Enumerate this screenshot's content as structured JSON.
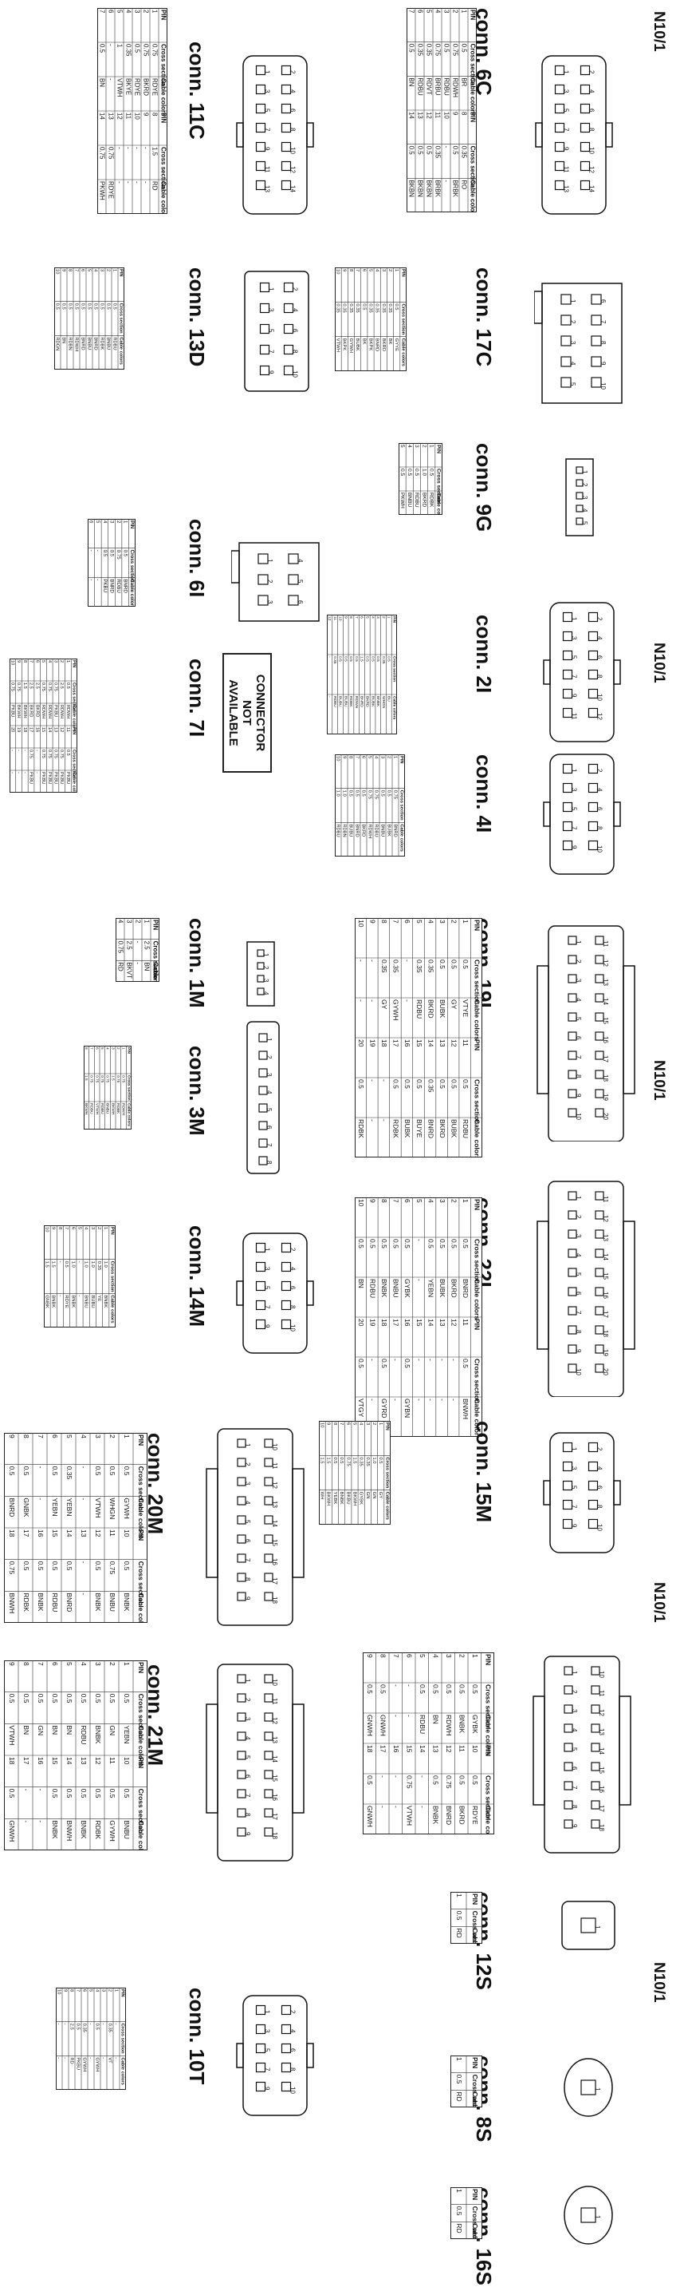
{
  "headers": [
    "N10/1",
    "N10/1",
    "N10/1",
    "N10/1",
    "N10/1"
  ],
  "note": {
    "line1": "CONNECTOR",
    "line2": "NOT",
    "line3": "AVAILABLE"
  },
  "connectors": [
    {
      "id": "6C",
      "title": "conn. 6C",
      "cols": [
        "PIN",
        "Cross section",
        "Cable colors",
        "PIN",
        "Cross section",
        "Cable colors"
      ],
      "rows": [
        [
          "1",
          "0.5",
          "BR",
          "8",
          "0.35",
          "RO"
        ],
        [
          "2",
          "0.75",
          "RDWH",
          "9",
          "0.5",
          "BRBK"
        ],
        [
          "3",
          "0.5",
          "RDBU",
          "10",
          "-",
          "-"
        ],
        [
          "4",
          "0.75",
          "BRBU",
          "11",
          "0.35",
          "BRBK"
        ],
        [
          "5",
          "0.35",
          "RDVT",
          "12",
          "0.5",
          "BKBN"
        ],
        [
          "6",
          "0.35",
          "RDBU",
          "13",
          "0.5",
          "BKBN"
        ],
        [
          "7",
          "0.5",
          "BN",
          "14",
          "0.5",
          "BKBN"
        ]
      ]
    },
    {
      "id": "11C",
      "title": "conn. 11C",
      "cols": [
        "PIN",
        "Cross section",
        "Cable colors",
        "PIN",
        "Cross section",
        "Cable colors"
      ],
      "rows": [
        [
          "1",
          "0.75",
          "RDYE",
          "8",
          "1.5",
          "RD"
        ],
        [
          "2",
          "0.75",
          "BKRD",
          "9",
          "-",
          "-"
        ],
        [
          "3",
          "0.5",
          "RDYE",
          "10",
          "-",
          "-"
        ],
        [
          "4",
          "0.35",
          "BKYE",
          "11",
          "-",
          "-"
        ],
        [
          "5",
          "1",
          "VTWH",
          "12",
          "-",
          "-"
        ],
        [
          "6",
          "-",
          "-",
          "13",
          "0.75",
          "RDYE"
        ],
        [
          "7",
          "0.5",
          "BN",
          "14",
          "0.75",
          "PKWH"
        ]
      ]
    },
    {
      "id": "17C",
      "title": "conn. 17C",
      "cols": [
        "PIN",
        "Cross section",
        "Cable colors"
      ],
      "rows": [
        [
          "1",
          "0.5",
          "GYYE"
        ],
        [
          "2",
          "0.35",
          "BK"
        ],
        [
          "3",
          "0.35",
          "BKRD"
        ],
        [
          "4",
          "0.35",
          "BNRD"
        ],
        [
          "5",
          "0.35",
          "BKPK"
        ],
        [
          "6",
          "0.5",
          "BK"
        ],
        [
          "7",
          "0.35",
          "BUBK"
        ],
        [
          "8",
          "0.35",
          "GYWH"
        ],
        [
          "9",
          "0.35",
          "BKPK"
        ],
        [
          "10",
          "0.35",
          "VTWH"
        ]
      ]
    },
    {
      "id": "13D",
      "title": "conn. 13D",
      "cols": [
        "PIN",
        "Cross section",
        "Cable colors"
      ],
      "rows": [
        [
          "1",
          "0.5",
          "RDBU"
        ],
        [
          "2",
          "0.5",
          "BNBU"
        ],
        [
          "3",
          "0.5",
          "RDBK"
        ],
        [
          "4",
          "0.5",
          "BNRD"
        ],
        [
          "5",
          "0.5",
          "BNBU"
        ],
        [
          "6",
          "0.5",
          "BNRD"
        ],
        [
          "7",
          "0.5",
          "RDWH"
        ],
        [
          "8",
          "0.5",
          "RDBN"
        ],
        [
          "9",
          "0.5",
          "BN"
        ],
        [
          "10",
          "0.5",
          "RDGN"
        ]
      ]
    },
    {
      "id": "9G",
      "title": "conn. 9G",
      "cols": [
        "PIN",
        "Cross section",
        "Cable colors"
      ],
      "rows": [
        [
          "1",
          "0.5",
          "RDBK"
        ],
        [
          "2",
          "1.0",
          "BKRD"
        ],
        [
          "3",
          "0.5",
          "RDBU"
        ],
        [
          "4",
          "0.5",
          "BNBU"
        ],
        [
          "5",
          "0.5",
          "PKWH"
        ]
      ]
    },
    {
      "id": "6I",
      "title": "conn. 6I",
      "cols": [
        "PIN",
        "Cross section",
        "Cable colors"
      ],
      "rows": [
        [
          "1",
          "0.5",
          "BNRD"
        ],
        [
          "2",
          "0.75",
          "RDBU"
        ],
        [
          "3",
          "0.5",
          "BNRD"
        ],
        [
          "4",
          "0.5",
          "PKBU"
        ],
        [
          "5",
          "-",
          "-"
        ],
        [
          "6",
          "-",
          "-"
        ]
      ]
    },
    {
      "id": "2I",
      "title": "conn. 2I",
      "cols": [
        "PIN",
        "Cross section",
        "Cable colors"
      ],
      "rows": [
        [
          "1",
          "0.5",
          "BU"
        ],
        [
          "2",
          "0.35",
          "WHGN"
        ],
        [
          "3",
          "0.5",
          "BNBK"
        ],
        [
          "4",
          "0.5",
          "BUBK"
        ],
        [
          "5",
          "0.5",
          "BKRD"
        ],
        [
          "6",
          "1.5",
          "BNRD"
        ],
        [
          "7",
          "0.5",
          "RDWH"
        ],
        [
          "8",
          "0.5",
          "RDBK"
        ],
        [
          "9",
          "0.5",
          "BUBU"
        ],
        [
          "10",
          "0.5",
          "BUBU"
        ],
        [
          "11",
          "0.35",
          "RDBU"
        ],
        [
          "12",
          "-",
          "-"
        ]
      ]
    },
    {
      "id": "7I",
      "title": "conn. 7I",
      "cols": [
        "PIN",
        "Cross section",
        "Cable colors",
        "PIN",
        "Cross section",
        "Cable colors"
      ],
      "rows": [
        [
          "1",
          "0.5",
          "RDWH",
          "11",
          "0.5",
          "PKBU"
        ],
        [
          "2",
          "2.5",
          "RDWH",
          "12",
          "0.75",
          "PKBU"
        ],
        [
          "3",
          "0.75",
          "PKBU",
          "13",
          "0.75",
          "PKBU"
        ],
        [
          "4",
          "0.75",
          "RDWH",
          "14",
          "0.75",
          "PKBU"
        ],
        [
          "5",
          "0.75",
          "RDWH",
          "15",
          "0.75",
          "PKBU"
        ],
        [
          "6",
          "2.5",
          "BKRD",
          "16",
          "-",
          "-"
        ],
        [
          "7",
          "2.5",
          "BKRD",
          "17",
          "0.75",
          "PKBU"
        ],
        [
          "8",
          "1.5",
          "BKWH",
          "18",
          "-",
          "-"
        ],
        [
          "9",
          "0.75",
          "BKWH",
          "19",
          "-",
          "-"
        ],
        [
          "10",
          "0.75",
          "PKBU",
          "20",
          "-",
          "-"
        ]
      ]
    },
    {
      "id": "4I",
      "title": "conn. 4I",
      "cols": [
        "PIN",
        "Cross section",
        "Cable colors"
      ],
      "rows": [
        [
          "1",
          "0.75",
          "BNRD"
        ],
        [
          "2",
          "0.5",
          "BUBK"
        ],
        [
          "3",
          "0.5",
          "BNBU"
        ],
        [
          "4",
          "0.75",
          "RDBU"
        ],
        [
          "5",
          "0.75",
          "RDWH"
        ],
        [
          "6",
          "0.5",
          "BKRD"
        ],
        [
          "7",
          "0.5",
          "BNRD"
        ],
        [
          "8",
          "0.5",
          "BUBU"
        ],
        [
          "9",
          "1.0",
          "RDBN"
        ],
        [
          "10",
          "1.0",
          "RDBU"
        ]
      ]
    },
    {
      "id": "1M",
      "title": "conn. 1M",
      "cols": [
        "PIN",
        "Cross section",
        "Cable colors"
      ],
      "rows": [
        [
          "1",
          "2.5",
          "BN"
        ],
        [
          "2",
          "-",
          "-"
        ],
        [
          "3",
          "2.5",
          "BKVT"
        ],
        [
          "4",
          "0.75",
          "RD"
        ]
      ]
    },
    {
      "id": "19I",
      "title": "conn. 19I",
      "cols": [
        "PIN",
        "Cross section",
        "Cable colors",
        "PIN",
        "Cross section",
        "Cable colors"
      ],
      "rows": [
        [
          "1",
          "0.5",
          "VTYE",
          "11",
          "0.5",
          "RDBU"
        ],
        [
          "2",
          "0.5",
          "GY",
          "12",
          "0.5",
          "BUBK"
        ],
        [
          "3",
          "0.5",
          "BUBK",
          "13",
          "0.5",
          "BKRD"
        ],
        [
          "4",
          "0.35",
          "BKRD",
          "14",
          "0.35",
          "BNRD"
        ],
        [
          "5",
          "0.35",
          "RDBU",
          "15",
          "0.5",
          "BUYE"
        ],
        [
          "6",
          "-",
          "-",
          "16",
          "0.5",
          "BUBK"
        ],
        [
          "7",
          "0.35",
          "GYWH",
          "17",
          "0.5",
          "RDBK"
        ],
        [
          "8",
          "0.35",
          "GY",
          "18",
          "-",
          "-"
        ],
        [
          "9",
          "-",
          "-",
          "19",
          "-",
          "-"
        ],
        [
          "10",
          "-",
          "-",
          "20",
          "0.5",
          "RDBK"
        ]
      ]
    },
    {
      "id": "3M",
      "title": "conn. 3M",
      "cols": [
        "PIN",
        "Cross section",
        "Cable colors"
      ],
      "rows": [
        [
          "1",
          "0.75",
          "RDWH"
        ],
        [
          "2",
          "0.75",
          "RDBK"
        ],
        [
          "3",
          "1.5",
          "BKWH"
        ],
        [
          "4",
          "0.75",
          "BNBU"
        ],
        [
          "5",
          "0.75",
          "RDBU"
        ],
        [
          "6",
          "0.75",
          "VTWH"
        ],
        [
          "7",
          "0.75",
          "RDBU"
        ],
        [
          "8",
          "1.5",
          "BKWH"
        ]
      ]
    },
    {
      "id": "22I",
      "title": "conn. 22I",
      "cols": [
        "PIN",
        "Cross section",
        "Cable colors",
        "PIN",
        "Cross section",
        "Cable colors"
      ],
      "rows": [
        [
          "1",
          "0.5",
          "BNRD",
          "11",
          "0.5",
          "BNWH"
        ],
        [
          "2",
          "0.5",
          "BKRD",
          "12",
          "-",
          "-"
        ],
        [
          "3",
          "0.5",
          "BUBK",
          "13",
          "-",
          "-"
        ],
        [
          "4",
          "0.5",
          "YEBN",
          "14",
          "-",
          "-"
        ],
        [
          "5",
          "-",
          "-",
          "15",
          "-",
          "-"
        ],
        [
          "6",
          "0.5",
          "GYBK",
          "16",
          "0.5",
          "GYBN"
        ],
        [
          "7",
          "0.5",
          "BNBU",
          "17",
          "-",
          "-"
        ],
        [
          "8",
          "0.5",
          "BNBK",
          "18",
          "0.5",
          "GYRD"
        ],
        [
          "9",
          "0.5",
          "RDBU",
          "19",
          "-",
          "-"
        ],
        [
          "10",
          "0.5",
          "BN",
          "20",
          "0.5",
          "VTGY"
        ]
      ]
    },
    {
      "id": "14M",
      "title": "conn. 14M",
      "cols": [
        "PIN",
        "Cross section",
        "Cable colors"
      ],
      "rows": [
        [
          "1",
          "1.0",
          "BNBK"
        ],
        [
          "2",
          "0.35",
          "YE"
        ],
        [
          "3",
          "1.0",
          "BUBU"
        ],
        [
          "4",
          "1.0",
          "BNBU"
        ],
        [
          "5",
          "-",
          "-"
        ],
        [
          "6",
          "1.0",
          "BNBK"
        ],
        [
          "7",
          "0.5",
          "RDYE"
        ],
        [
          "8",
          "-",
          "-"
        ],
        [
          "9",
          "1.5",
          "BNBK"
        ],
        [
          "10",
          "1.5",
          "GNBK"
        ]
      ]
    },
    {
      "id": "20M",
      "title": "conn. 20M",
      "cols": [
        "PIN",
        "Cross section",
        "Cable colors",
        "PIN",
        "Cross section",
        "Cable colors"
      ],
      "rows": [
        [
          "1",
          "0.5",
          "GYWH",
          "10",
          "0.5",
          "BNBK"
        ],
        [
          "2",
          "0.5",
          "WHGN",
          "11",
          "0.75",
          "BNBU"
        ],
        [
          "3",
          "0.5",
          "VTWH",
          "12",
          "0.5",
          "BNBK"
        ],
        [
          "4",
          "-",
          "-",
          "13",
          "-",
          "-"
        ],
        [
          "5",
          "0.35",
          "YEBN",
          "14",
          "0.5",
          "BNRD"
        ],
        [
          "6",
          "0.5",
          "YEBN",
          "15",
          "0.5",
          "RDBU"
        ],
        [
          "7",
          "-",
          "-",
          "16",
          "0.5",
          "BNBK"
        ],
        [
          "8",
          "0.5",
          "GNBK",
          "17",
          "0.5",
          "RDBK"
        ],
        [
          "9",
          "0.5",
          "BNRD",
          "18",
          "0.75",
          "BNWH"
        ]
      ]
    },
    {
      "id": "15M",
      "title": "conn. 15M",
      "cols": [
        "PIN",
        "Cross section",
        "Cable colors"
      ],
      "rows": [
        [
          "1",
          "0.5",
          "GY"
        ],
        [
          "2",
          "1.0",
          "GN"
        ],
        [
          "3",
          "0.35",
          "GN"
        ],
        [
          "4",
          "0.35",
          "GYBK"
        ],
        [
          "5",
          "1.5",
          "BKWH"
        ],
        [
          "6",
          "0.75",
          "BKBU"
        ],
        [
          "7",
          "0.5",
          "BNBK"
        ],
        [
          "8",
          "0.5",
          "YEBK"
        ],
        [
          "9",
          "1.5",
          "BKWH"
        ],
        [
          "10",
          "1.5",
          "WH"
        ]
      ]
    },
    {
      "id": "21M",
      "title": "conn. 21M",
      "cols": [
        "PIN",
        "Cross section",
        "Cable colors",
        "PIN",
        "Cross section",
        "Cable colors"
      ],
      "rows": [
        [
          "1",
          "0.5",
          "YEBN",
          "10",
          "0.5",
          "BNBU"
        ],
        [
          "2",
          "0.5",
          "GN",
          "11",
          "0.5",
          "GYWH"
        ],
        [
          "3",
          "0.5",
          "BNBK",
          "12",
          "0.5",
          "RDBK"
        ],
        [
          "4",
          "0.5",
          "RDBU",
          "13",
          "0.5",
          "BNBK"
        ],
        [
          "5",
          "0.5",
          "BN",
          "14",
          "0.5",
          "BNWH"
        ],
        [
          "6",
          "0.5",
          "BN",
          "15",
          "0.5",
          "BNBK"
        ],
        [
          "7",
          "0.5",
          "GN",
          "16",
          "-",
          "-"
        ],
        [
          "8",
          "0.5",
          "BN",
          "17",
          "-",
          "-"
        ],
        [
          "9",
          "0.5",
          "VTWH",
          "18",
          "0.5",
          "GNWH"
        ]
      ]
    },
    {
      "id": "18M",
      "title": "conn. 18M",
      "cols": [
        "PIN",
        "Cross section",
        "Cable colors",
        "PIN",
        "Cross section",
        "Cable colors"
      ],
      "rows": [
        [
          "1",
          "0.5",
          "GYBK",
          "10",
          "0.5",
          "RDYE"
        ],
        [
          "2",
          "0.5",
          "BNBK",
          "11",
          "0.5",
          "BKRD"
        ],
        [
          "3",
          "0.5",
          "RDWH",
          "12",
          "0.75",
          "BNRD"
        ],
        [
          "4",
          "0.5",
          "BN",
          "13",
          "0.5",
          "BNBK"
        ],
        [
          "5",
          "0.5",
          "RDBU",
          "14",
          "-",
          "-"
        ],
        [
          "6",
          "-",
          "-",
          "15",
          "0.75",
          "VTWH"
        ],
        [
          "7",
          "-",
          "-",
          "16",
          "-",
          "-"
        ],
        [
          "8",
          "0.5",
          "GNWH",
          "17",
          "-",
          "-"
        ],
        [
          "9",
          "0.5",
          "GNWH",
          "18",
          "0.5",
          "GNWH"
        ]
      ]
    },
    {
      "id": "12S",
      "title": "conn. 12S",
      "cols": [
        "PIN",
        "Cross section",
        "Cable colors"
      ],
      "rows": [
        [
          "1",
          "0.5",
          "RD"
        ]
      ]
    },
    {
      "id": "10T",
      "title": "conn. 10T",
      "cols": [
        "PIN",
        "Cross section",
        "Cable colors"
      ],
      "rows": [
        [
          "1",
          "-",
          "-"
        ],
        [
          "2",
          "0.35",
          "VT"
        ],
        [
          "3",
          "-",
          "-"
        ],
        [
          "4",
          "0.5",
          "GYWH"
        ],
        [
          "5",
          "-",
          "-"
        ],
        [
          "6",
          "0.35",
          "GYWH"
        ],
        [
          "7",
          "0.5",
          "PKBU"
        ],
        [
          "8",
          "2.5",
          "RD"
        ],
        [
          "9",
          "-",
          "-"
        ],
        [
          "10",
          "-",
          "-"
        ]
      ]
    },
    {
      "id": "8S",
      "title": "conn. 8S",
      "cols": [
        "PIN",
        "Cross section",
        "Cable colors"
      ],
      "rows": [
        [
          "1",
          "0.5",
          "RD"
        ]
      ]
    },
    {
      "id": "16S",
      "title": "conn. 16S",
      "cols": [
        "PIN",
        "Cross section",
        "Cable colors"
      ],
      "rows": [
        [
          "1",
          "0.5",
          "RD"
        ]
      ]
    }
  ]
}
